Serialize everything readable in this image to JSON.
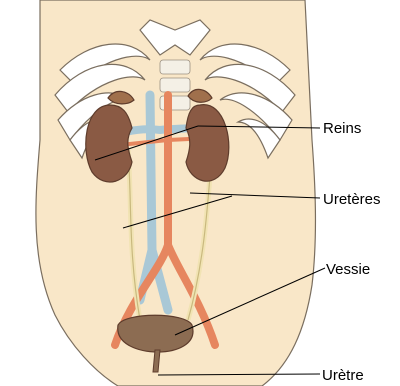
{
  "labels": {
    "kidneys": "Reins",
    "ureters": "Uretères",
    "bladder": "Vessie",
    "urethra": "Urètre"
  },
  "colors": {
    "skin": "#f9e7c8",
    "outline": "#7a6e5f",
    "kidney": "#8a5a44",
    "adrenal": "#a0704c",
    "artery": "#e6865f",
    "vein": "#a9c8d6",
    "ureter": "#f1e3b3",
    "bladder": "#8c6c52",
    "bone": "#ffffff"
  }
}
